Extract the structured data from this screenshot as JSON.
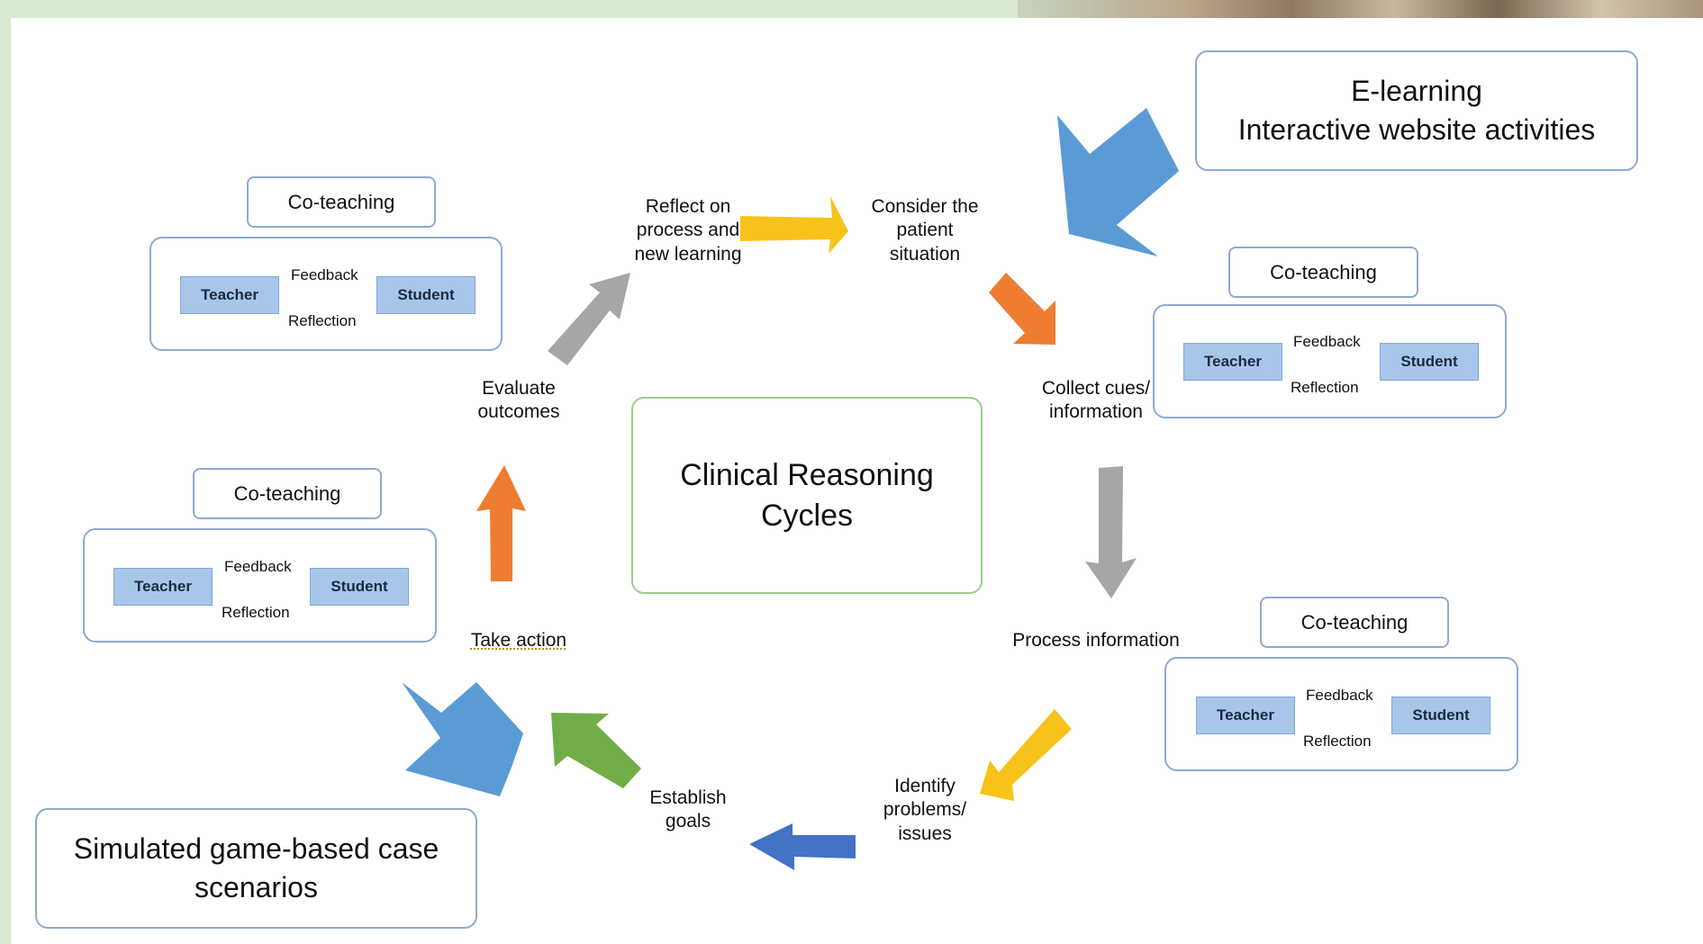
{
  "center": {
    "title": "Clinical Reasoning\nCycles"
  },
  "elearning": {
    "label": "E-learning\nInteractive website activities"
  },
  "simulated": {
    "label": "Simulated game-based case\nscenarios"
  },
  "coteaching": {
    "header": "Co-teaching",
    "teacher": "Teacher",
    "student": "Student",
    "feedback": "Feedback",
    "reflection": "Reflection"
  },
  "steps": {
    "consider": "Consider the\npatient\nsituation",
    "collect": "Collect cues/\ninformation",
    "process": "Process information",
    "identify": "Identify\nproblems/\nissues",
    "establish": "Establish\ngoals",
    "take_action": "Take action",
    "evaluate": "Evaluate\noutcomes",
    "reflect": "Reflect on\nprocess and\nnew learning"
  },
  "colors": {
    "yellow": "#f7c31a",
    "orange": "#ee7d31",
    "gray": "#a6a6a6",
    "blue": "#4472c4",
    "green": "#70ad47",
    "big_blue": "#5b9bd5",
    "box_border": "#8eaad1",
    "center_border": "#9bcf8a"
  }
}
